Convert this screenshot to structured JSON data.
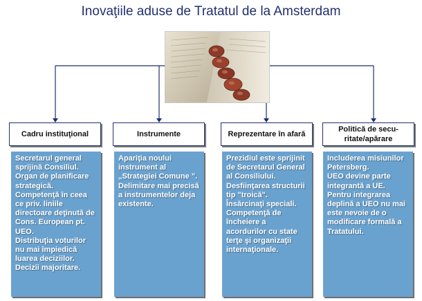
{
  "title": "Inovaţiile aduse de Tratatul de la Amsterdam",
  "image": {
    "alt": "open-book-with-seals"
  },
  "colors": {
    "title": "#22306e",
    "line": "#1f2f6e",
    "box": "#6aa2cf"
  },
  "columns": [
    {
      "header": "Cadru instituţional",
      "body": "Secretarul general sprijină Consiliul.\nOrgan de planificare strategică.\nCompetenţă în ceea ce priv. liniile directoare deţinută de Cons. European pt. UEO.\nDistribuţia voturilor nu mai împiedică luarea deciziilor.\nDecizii majoritare."
    },
    {
      "header": "Instrumente",
      "body": "Apariţia noului instrument al „Strategiei Comune ”.\nDelimitare mai precisă a instrumentelor deja existente."
    },
    {
      "header": "Reprezentare în afară",
      "body": "Prezidiul este sprijinit de Secretarul General al Consiliului.\nDesfiinţarea structurii tip \"troică\".\nÎnsărcinaţi speciali.\nCompetenţă de încheiere a acordurilor cu state terţe şi organizaţii internaţionale."
    },
    {
      "header": "Politică de secu-ritate/apărare",
      "body": "Includerea misiunilor Petersberg.\nUEO devine parte integrantă a UE.\nPentru integrarea deplină a UEO nu mai este nevoie de o modificare formală a Tratatului."
    }
  ]
}
